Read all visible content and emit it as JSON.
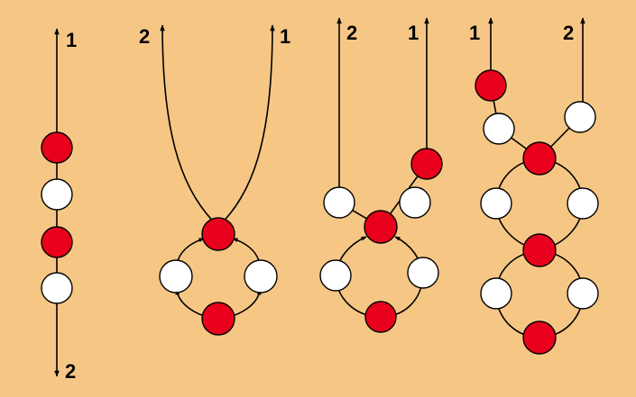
{
  "diagram": {
    "background_color": "#f6c784",
    "bead_colors": {
      "red": "#e8001c",
      "white": "#ffffff"
    },
    "thread_color": "#000000",
    "panels": [
      {
        "labels": [
          "1",
          "2"
        ],
        "beads": [
          "red",
          "white",
          "red",
          "white"
        ]
      },
      {
        "labels": [
          "2",
          "1"
        ],
        "beads": [
          "red",
          "white",
          "white",
          "red"
        ]
      },
      {
        "labels": [
          "2",
          "1"
        ],
        "beads": [
          "white",
          "red",
          "white",
          "red",
          "white",
          "white",
          "red"
        ]
      },
      {
        "labels": [
          "1",
          "2"
        ],
        "beads": [
          "red",
          "white",
          "white",
          "red",
          "white",
          "white",
          "red",
          "white",
          "white",
          "red"
        ]
      }
    ]
  }
}
